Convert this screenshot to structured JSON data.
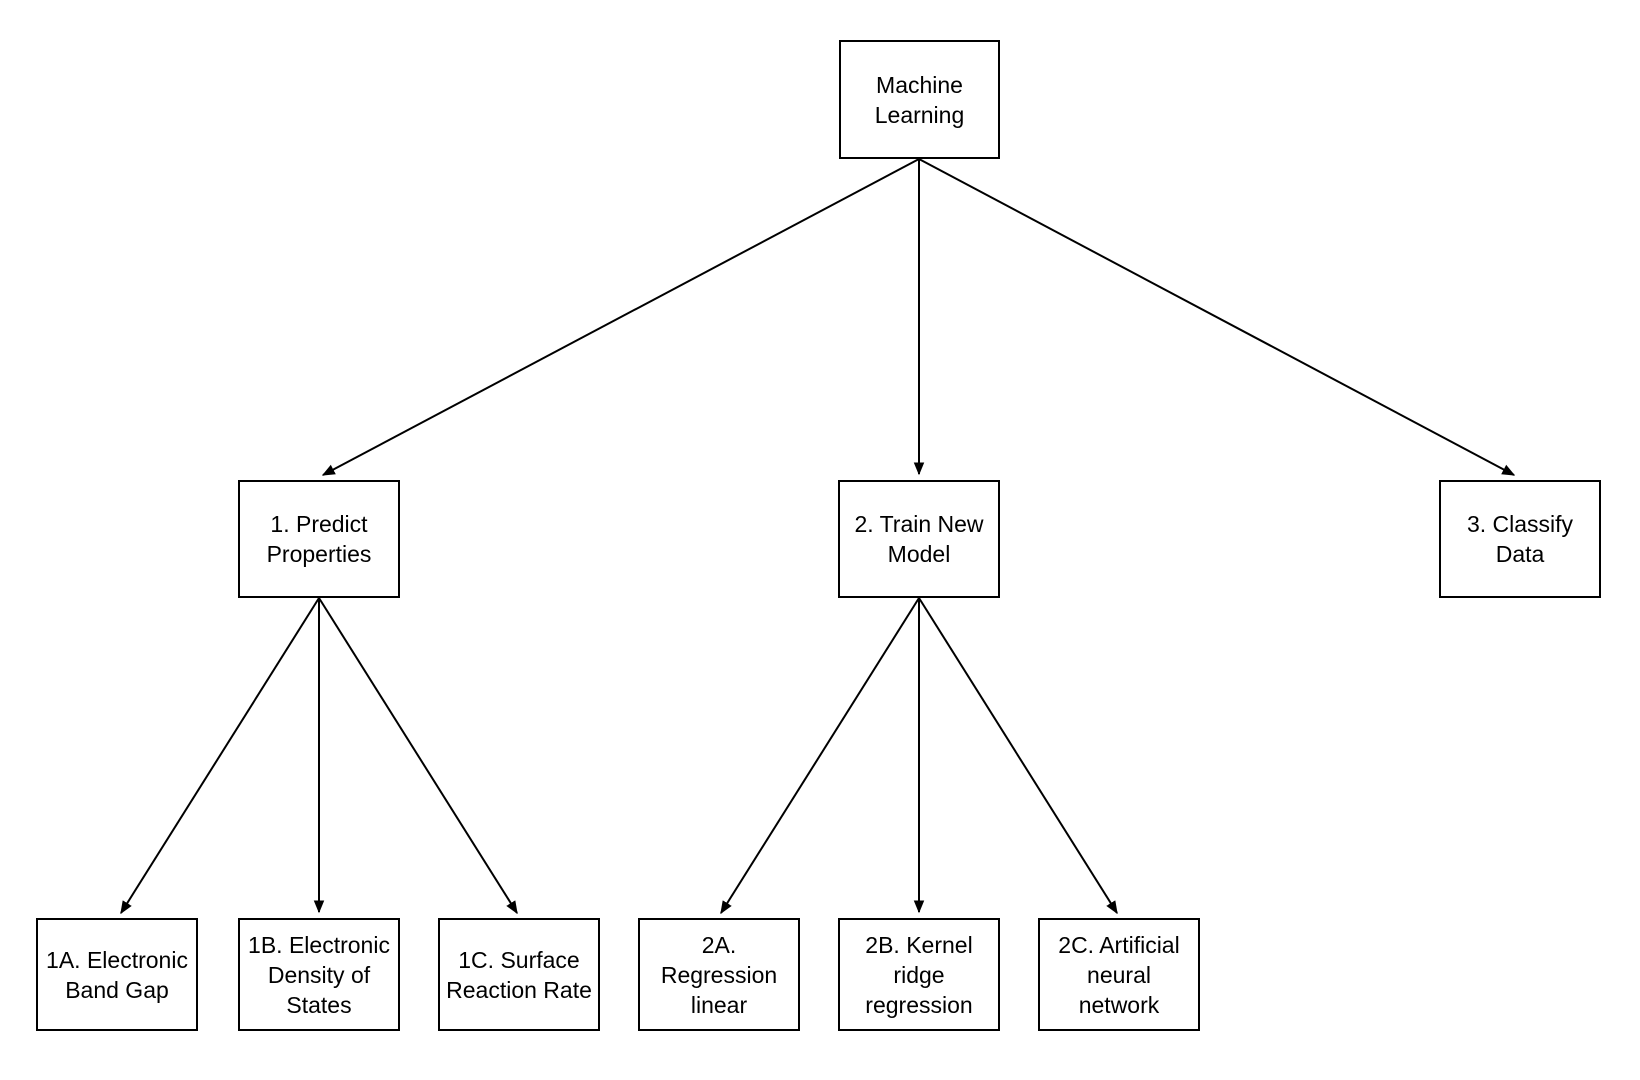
{
  "diagram": {
    "background_color": "#ffffff",
    "node_border_color": "#000000",
    "node_fill_color": "#ffffff",
    "edge_color": "#000000",
    "text_color": "#000000",
    "nodes": [
      {
        "id": "machine-learning",
        "label": "Machine\nLearning"
      },
      {
        "id": "predict-properties",
        "label": "1. Predict\nProperties"
      },
      {
        "id": "train-new-model",
        "label": "2. Train New\nModel"
      },
      {
        "id": "classify-data",
        "label": "3. Classify\nData"
      },
      {
        "id": "electronic-band-gap",
        "label": "1A. Electronic\nBand Gap"
      },
      {
        "id": "electronic-density-of-states",
        "label": "1B. Electronic\nDensity of\nStates"
      },
      {
        "id": "surface-reaction-rate",
        "label": "1C. Surface\nReaction Rate"
      },
      {
        "id": "regression-linear",
        "label": "2A.\nRegression\nlinear"
      },
      {
        "id": "kernel-ridge-regression",
        "label": "2B. Kernel\nridge\nregression"
      },
      {
        "id": "artificial-neural-network",
        "label": "2C. Artificial\nneural network"
      }
    ],
    "edges": [
      {
        "from": "machine-learning",
        "to": "predict-properties"
      },
      {
        "from": "machine-learning",
        "to": "train-new-model"
      },
      {
        "from": "machine-learning",
        "to": "classify-data"
      },
      {
        "from": "predict-properties",
        "to": "electronic-band-gap"
      },
      {
        "from": "predict-properties",
        "to": "electronic-density-of-states"
      },
      {
        "from": "predict-properties",
        "to": "surface-reaction-rate"
      },
      {
        "from": "train-new-model",
        "to": "regression-linear"
      },
      {
        "from": "train-new-model",
        "to": "kernel-ridge-regression"
      },
      {
        "from": "train-new-model",
        "to": "artificial-neural-network"
      }
    ]
  }
}
